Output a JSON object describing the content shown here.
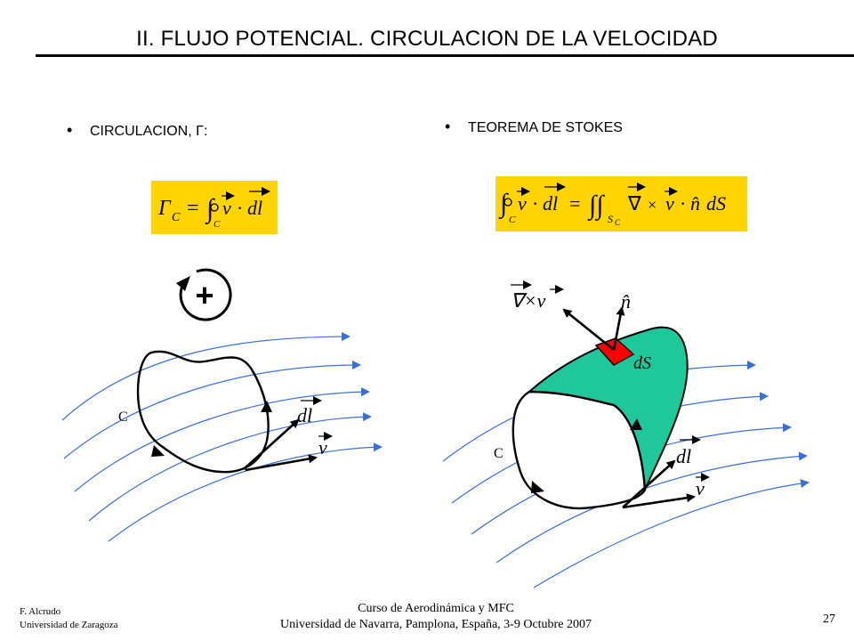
{
  "slide": {
    "title": "II. FLUJO POTENCIAL. CIRCULACION DE LA VELOCIDAD"
  },
  "left": {
    "bullet": "CIRCULACION, Γ:",
    "formula": "Γ_C = ∮_C v·dl",
    "orientation_sign": "+",
    "curve_label": "C",
    "dl_label": "dl",
    "v_label": "v"
  },
  "right": {
    "bullet": "TEOREMA DE STOKES",
    "formula": "∮_C v·dl = ∬_{S_C} ∇×v·n dS",
    "curl_label": "∇×v",
    "normal_label": "n̂",
    "ds_label": "dS",
    "curve_label": "C",
    "dl_label": "dl",
    "v_label": "v"
  },
  "colors": {
    "formula_bg": "#ffd400",
    "streamline": "#3b6fd6",
    "surface": "#1fc89a",
    "patch": "#ff0000"
  },
  "footer": {
    "author": "F. Alcrudo",
    "institution": "Universidad de Zaragoza",
    "course": "Curso de Aerodinámica y MFC",
    "venue": "Universidad de Navarra, Pamplona, España, 3-9 Octubre 2007",
    "page": "27"
  }
}
